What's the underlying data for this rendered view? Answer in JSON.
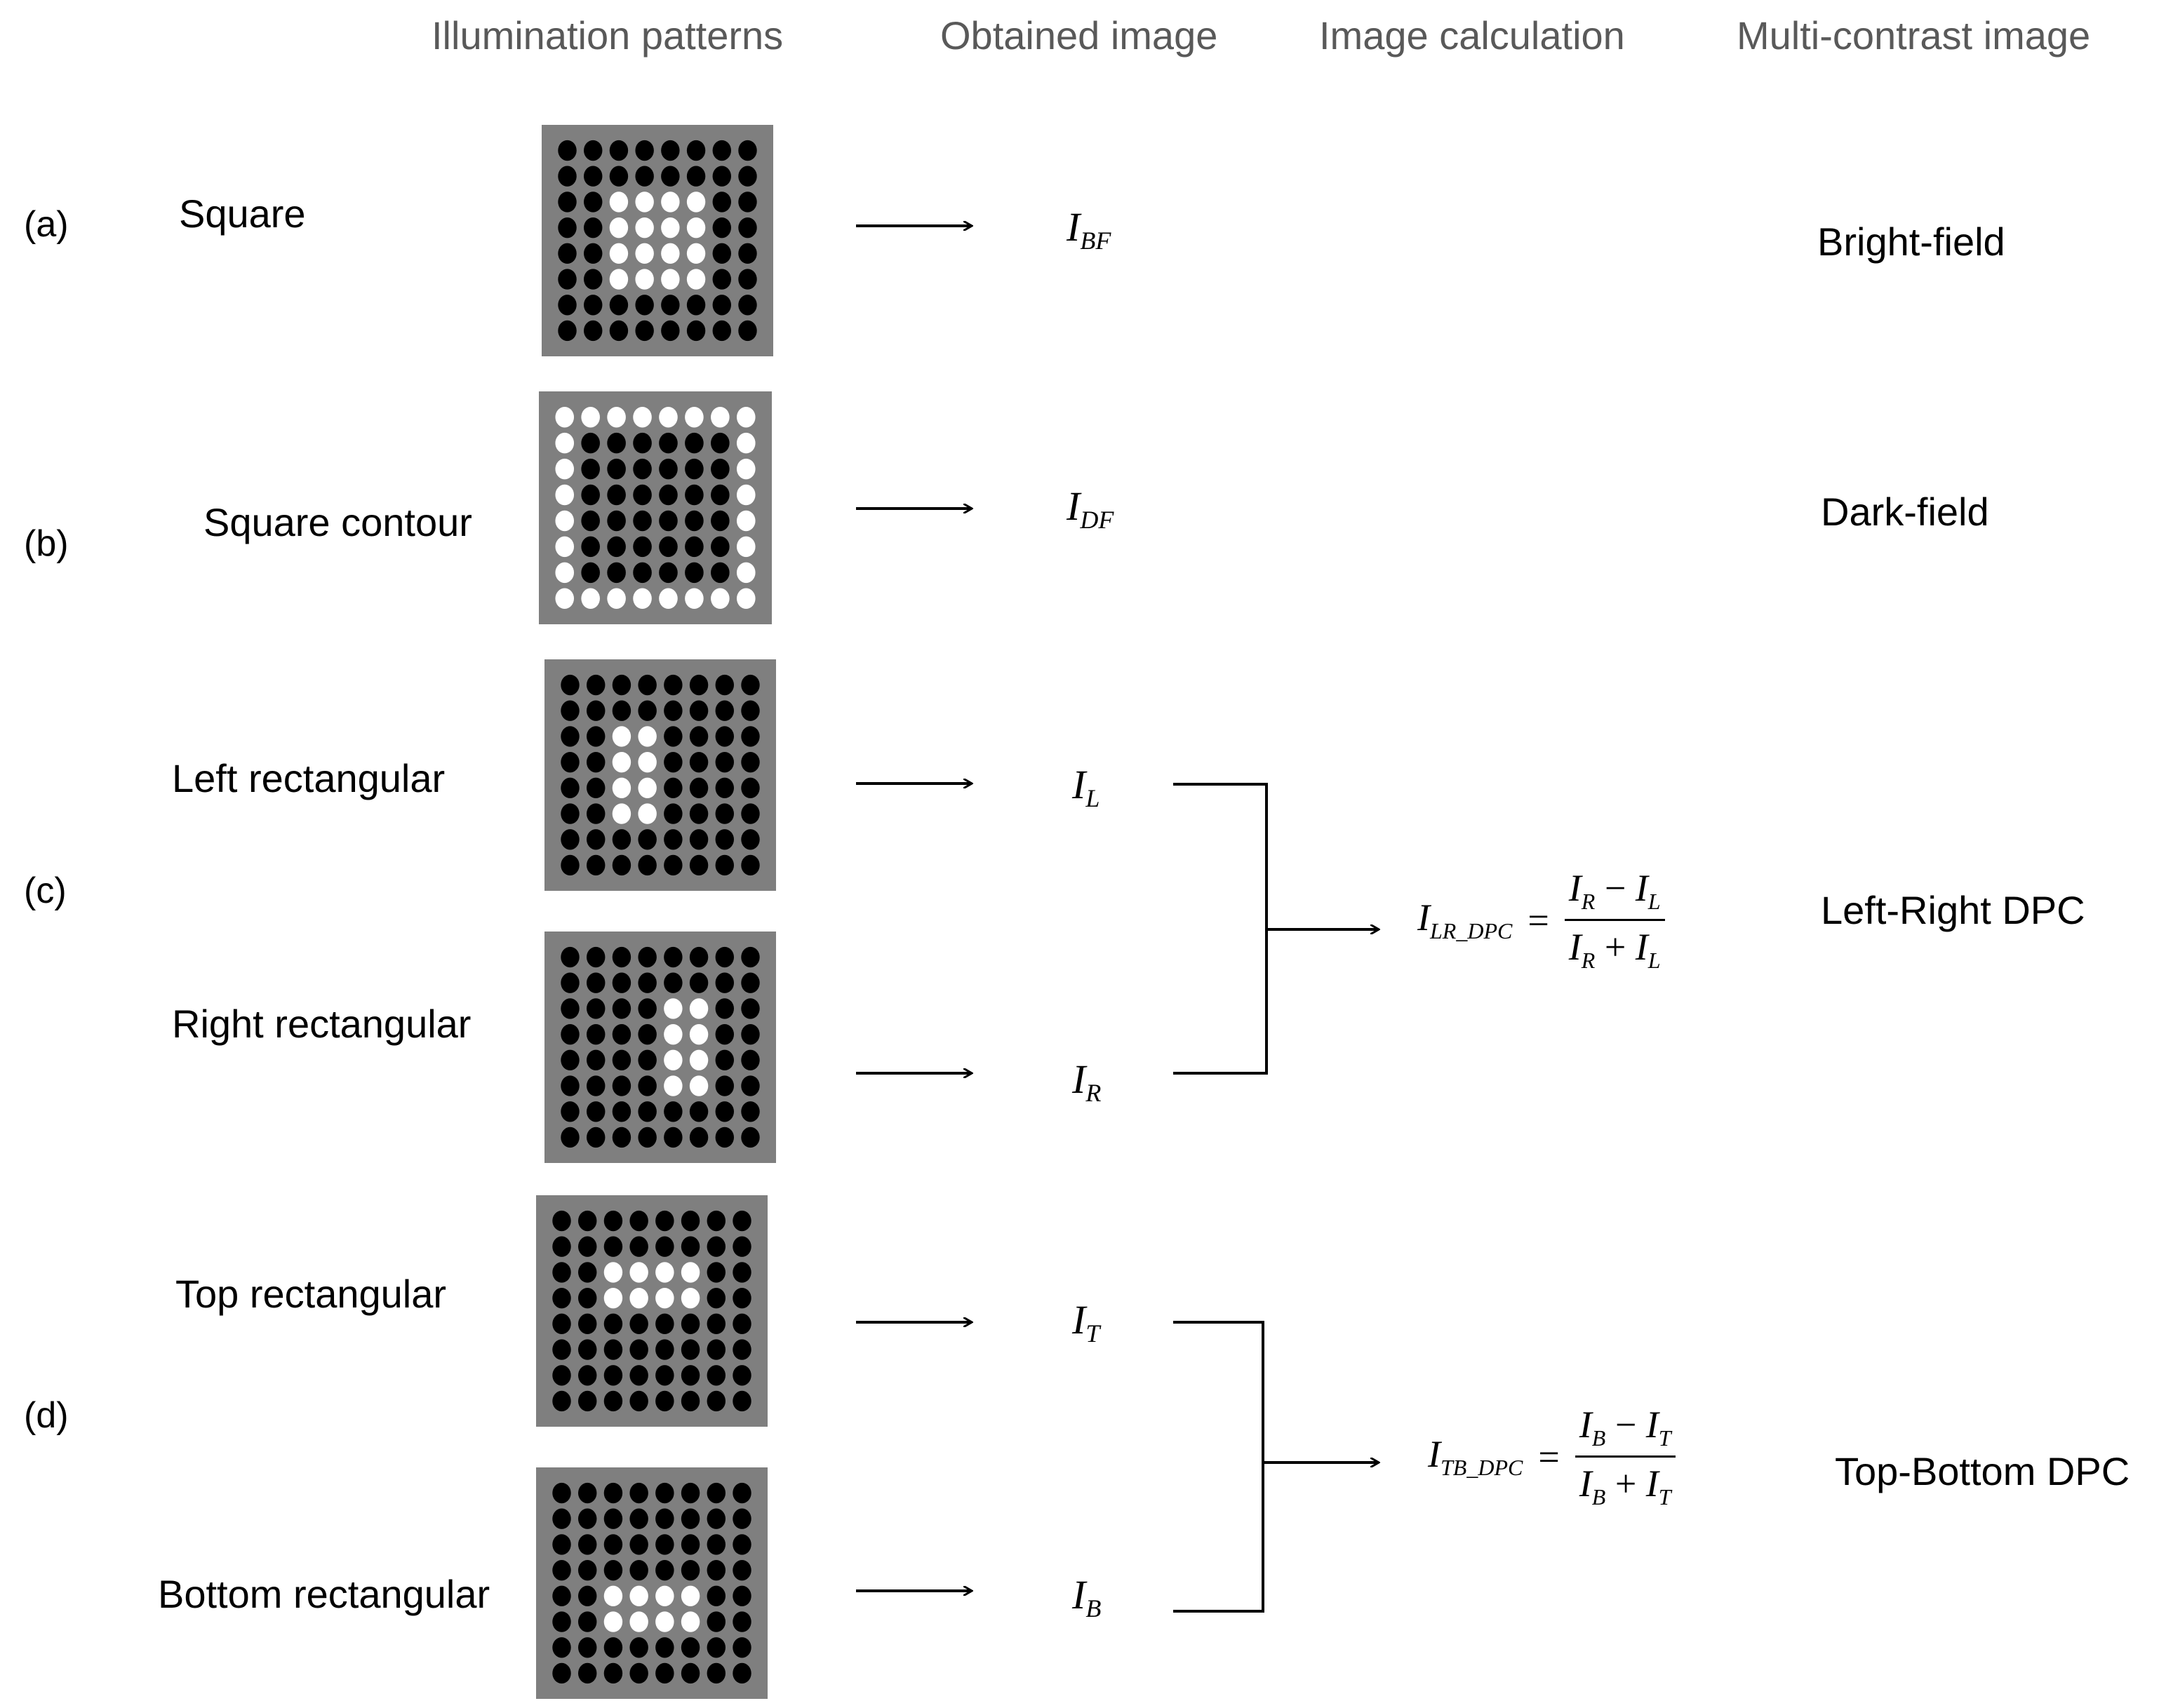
{
  "headers": {
    "illumination": "Illumination patterns",
    "obtained": "Obtained image",
    "calculation": "Image calculation",
    "multi": "Multi-contrast  image"
  },
  "colors": {
    "board": "#7f7f7f",
    "led_off": "#000000",
    "led_on": "#ffffff",
    "arrow": "#000000"
  },
  "rows": [
    {
      "id": "a",
      "label": "(a)"
    },
    {
      "id": "b",
      "label": "(b)"
    },
    {
      "id": "c",
      "label": "(c)"
    },
    {
      "id": "d",
      "label": "(d)"
    }
  ],
  "patterns": [
    {
      "name": "Square",
      "variable": "I",
      "subscript": "BF",
      "grid_size": 8,
      "on_cells": [
        [
          2,
          2
        ],
        [
          2,
          3
        ],
        [
          2,
          4
        ],
        [
          2,
          5
        ],
        [
          3,
          2
        ],
        [
          3,
          3
        ],
        [
          3,
          4
        ],
        [
          3,
          5
        ],
        [
          4,
          2
        ],
        [
          4,
          3
        ],
        [
          4,
          4
        ],
        [
          4,
          5
        ],
        [
          5,
          2
        ],
        [
          5,
          3
        ],
        [
          5,
          4
        ],
        [
          5,
          5
        ]
      ]
    },
    {
      "name": "Square contour",
      "variable": "I",
      "subscript": "DF",
      "grid_size": 8,
      "on_cells": [
        [
          0,
          0
        ],
        [
          0,
          1
        ],
        [
          0,
          2
        ],
        [
          0,
          3
        ],
        [
          0,
          4
        ],
        [
          0,
          5
        ],
        [
          0,
          6
        ],
        [
          0,
          7
        ],
        [
          7,
          0
        ],
        [
          7,
          1
        ],
        [
          7,
          2
        ],
        [
          7,
          3
        ],
        [
          7,
          4
        ],
        [
          7,
          5
        ],
        [
          7,
          6
        ],
        [
          7,
          7
        ],
        [
          1,
          0
        ],
        [
          2,
          0
        ],
        [
          3,
          0
        ],
        [
          4,
          0
        ],
        [
          5,
          0
        ],
        [
          6,
          0
        ],
        [
          1,
          7
        ],
        [
          2,
          7
        ],
        [
          3,
          7
        ],
        [
          4,
          7
        ],
        [
          5,
          7
        ],
        [
          6,
          7
        ]
      ]
    },
    {
      "name": "Left rectangular",
      "variable": "I",
      "subscript": "L",
      "grid_size": 8,
      "on_cells": [
        [
          2,
          2
        ],
        [
          2,
          3
        ],
        [
          3,
          2
        ],
        [
          3,
          3
        ],
        [
          4,
          2
        ],
        [
          4,
          3
        ],
        [
          5,
          2
        ],
        [
          5,
          3
        ]
      ]
    },
    {
      "name": "Right rectangular",
      "variable": "I",
      "subscript": "R",
      "grid_size": 8,
      "on_cells": [
        [
          2,
          4
        ],
        [
          2,
          5
        ],
        [
          3,
          4
        ],
        [
          3,
          5
        ],
        [
          4,
          4
        ],
        [
          4,
          5
        ],
        [
          5,
          4
        ],
        [
          5,
          5
        ]
      ]
    },
    {
      "name": "Top rectangular",
      "variable": "I",
      "subscript": "T",
      "grid_size": 8,
      "on_cells": [
        [
          2,
          2
        ],
        [
          2,
          3
        ],
        [
          2,
          4
        ],
        [
          2,
          5
        ],
        [
          3,
          2
        ],
        [
          3,
          3
        ],
        [
          3,
          4
        ],
        [
          3,
          5
        ]
      ]
    },
    {
      "name": "Bottom rectangular",
      "variable": "I",
      "subscript": "B",
      "grid_size": 8,
      "on_cells": [
        [
          4,
          2
        ],
        [
          4,
          3
        ],
        [
          4,
          4
        ],
        [
          4,
          5
        ],
        [
          5,
          2
        ],
        [
          5,
          3
        ],
        [
          5,
          4
        ],
        [
          5,
          5
        ]
      ]
    }
  ],
  "equations": [
    {
      "lhs_var": "I",
      "lhs_sub": "LR_DPC",
      "eq": "=",
      "num_a": "I",
      "num_a_sub": "R",
      "num_op": "−",
      "num_b": "I",
      "num_b_sub": "L",
      "den_a": "I",
      "den_a_sub": "R",
      "den_op": "+",
      "den_b": "I",
      "den_b_sub": "L"
    },
    {
      "lhs_var": "I",
      "lhs_sub": "TB_DPC",
      "eq": "=",
      "num_a": "I",
      "num_a_sub": "B",
      "num_op": "−",
      "num_b": "I",
      "num_b_sub": "T",
      "den_a": "I",
      "den_a_sub": "B",
      "den_op": "+",
      "den_b": "I",
      "den_b_sub": "T"
    }
  ],
  "results": {
    "bright": "Bright-field",
    "dark": "Dark-field",
    "lr": "Left-Right DPC",
    "tb": "Top-Bottom DPC"
  }
}
